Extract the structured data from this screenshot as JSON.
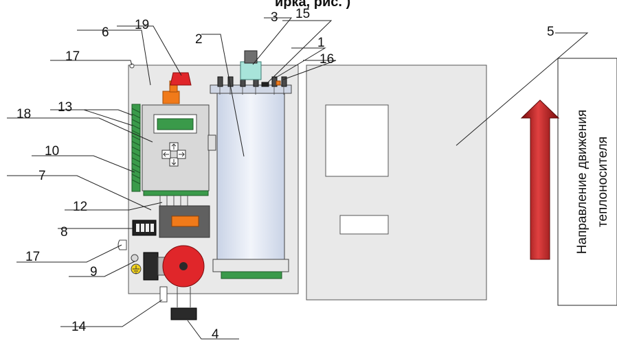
{
  "top_partial_text": "ирка, рис. )",
  "labels": {
    "l1": "1",
    "l2": "2",
    "l3": "3",
    "l4": "4",
    "l5": "5",
    "l6": "6",
    "l7": "7",
    "l8": "8",
    "l9": "9",
    "l10": "10",
    "l12": "12",
    "l13": "13",
    "l14": "14",
    "l15": "15",
    "l16": "16",
    "l17a": "17",
    "l17b": "17",
    "l18": "18",
    "l19": "19"
  },
  "flow_box": {
    "line1": "Направление движения",
    "line2": "теплоносителя"
  },
  "colors": {
    "panel": "#e9e9e9",
    "green": "#3a9a4a",
    "orange": "#f07a1a",
    "red_pump": "#e0262a",
    "arrow_red": "#b01818",
    "tank": "#dfe6f3"
  },
  "icons": [
    "nav-arrows-icon",
    "ground-symbol-icon",
    "flow-arrow-icon"
  ]
}
